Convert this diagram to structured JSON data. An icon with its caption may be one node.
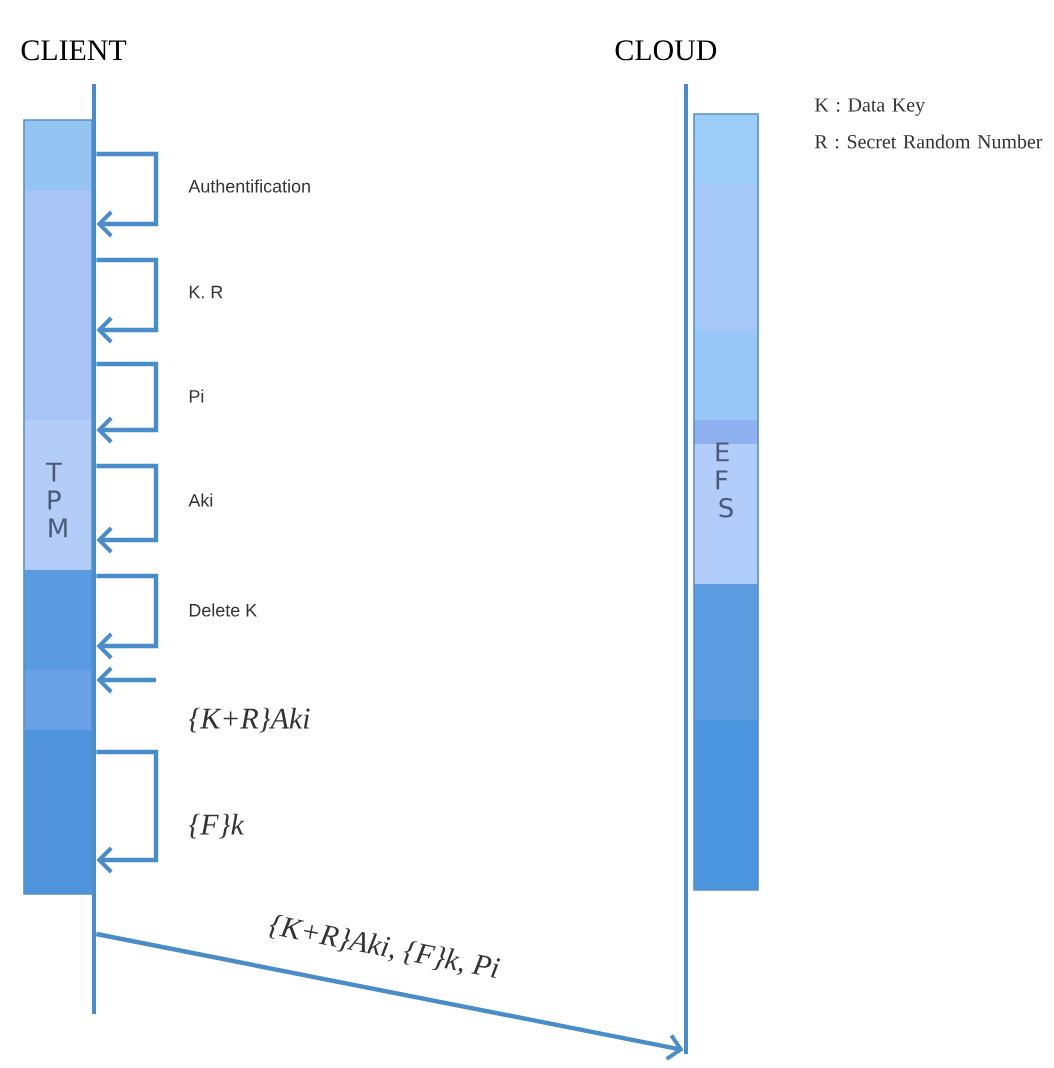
{
  "diagram": {
    "nodes": [
      {
        "text": [
          "CLIENT"
        ]
      },
      {
        "text": [
          "TPM"
        ]
      },
      {
        "text": [
          "CLOUD"
        ]
      },
      {
        "text": [
          "EFS"
        ]
      }
    ],
    "edges": [
      {
        "from": 0,
        "to": 0,
        "arrow": "to",
        "label": "Authentification"
      },
      {
        "from": 0,
        "to": 0,
        "arrow": "to",
        "label": "K. R"
      },
      {
        "from": 0,
        "to": 0,
        "arrow": "to",
        "label": "Pi"
      },
      {
        "from": 0,
        "to": 0,
        "arrow": "to",
        "label": "Aki"
      },
      {
        "from": 0,
        "to": 0,
        "arrow": "to",
        "label": "Delete K"
      },
      {
        "from": null,
        "to": 0,
        "arrow": "to",
        "label": "{K+R}Aki"
      },
      {
        "from": 0,
        "to": 0,
        "arrow": "to",
        "label": "{F}k"
      },
      {
        "from": 0,
        "to": 2,
        "arrow": "to",
        "label": "{K+R}Aki, {F}k, Pi"
      }
    ],
    "labels": [
      "K : Data Key",
      "R : Secret Random Number"
    ]
  }
}
